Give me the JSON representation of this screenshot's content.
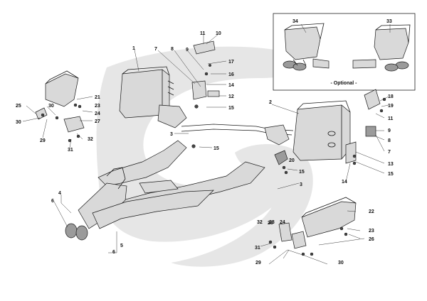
{
  "diagram": {
    "optional_label": "- Optional -",
    "callouts": [
      {
        "id": "c-1",
        "text": "1"
      },
      {
        "id": "c-2",
        "text": "2"
      },
      {
        "id": "c-3a",
        "text": "3"
      },
      {
        "id": "c-3b",
        "text": "3"
      },
      {
        "id": "c-4",
        "text": "4"
      },
      {
        "id": "c-5",
        "text": "5"
      },
      {
        "id": "c-6a",
        "text": "6"
      },
      {
        "id": "c-6b",
        "text": "6"
      },
      {
        "id": "c-7a",
        "text": "7"
      },
      {
        "id": "c-7b",
        "text": "7"
      },
      {
        "id": "c-8a",
        "text": "8"
      },
      {
        "id": "c-8b",
        "text": "8"
      },
      {
        "id": "c-9a",
        "text": "9"
      },
      {
        "id": "c-9b",
        "text": "9"
      },
      {
        "id": "c-10",
        "text": "10"
      },
      {
        "id": "c-11a",
        "text": "11"
      },
      {
        "id": "c-11b",
        "text": "11"
      },
      {
        "id": "c-12",
        "text": "12"
      },
      {
        "id": "c-13",
        "text": "13"
      },
      {
        "id": "c-14a",
        "text": "14"
      },
      {
        "id": "c-14b",
        "text": "14"
      },
      {
        "id": "c-15a",
        "text": "15"
      },
      {
        "id": "c-15b",
        "text": "15"
      },
      {
        "id": "c-15c",
        "text": "15"
      },
      {
        "id": "c-15d",
        "text": "15"
      },
      {
        "id": "c-16",
        "text": "16"
      },
      {
        "id": "c-17",
        "text": "17"
      },
      {
        "id": "c-18",
        "text": "18"
      },
      {
        "id": "c-19",
        "text": "19"
      },
      {
        "id": "c-20",
        "text": "20"
      },
      {
        "id": "c-21",
        "text": "21"
      },
      {
        "id": "c-22",
        "text": "22"
      },
      {
        "id": "c-23a",
        "text": "23"
      },
      {
        "id": "c-23b",
        "text": "23"
      },
      {
        "id": "c-23c",
        "text": "23"
      },
      {
        "id": "c-24a",
        "text": "24"
      },
      {
        "id": "c-24b",
        "text": "24"
      },
      {
        "id": "c-25",
        "text": "25"
      },
      {
        "id": "c-26",
        "text": "26"
      },
      {
        "id": "c-27",
        "text": "27"
      },
      {
        "id": "c-28",
        "text": "28"
      },
      {
        "id": "c-29a",
        "text": "29"
      },
      {
        "id": "c-29b",
        "text": "29"
      },
      {
        "id": "c-30a",
        "text": "30"
      },
      {
        "id": "c-30b",
        "text": "30"
      },
      {
        "id": "c-30c",
        "text": "30"
      },
      {
        "id": "c-31a",
        "text": "31"
      },
      {
        "id": "c-31b",
        "text": "31"
      },
      {
        "id": "c-32a",
        "text": "32"
      },
      {
        "id": "c-32b",
        "text": "32"
      },
      {
        "id": "c-33",
        "text": "33"
      },
      {
        "id": "c-34",
        "text": "34"
      }
    ]
  }
}
